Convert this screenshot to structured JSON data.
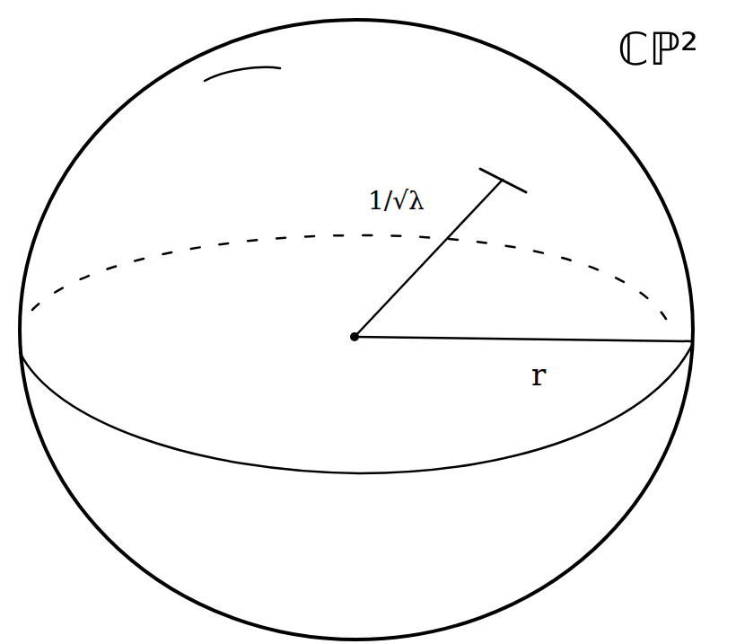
{
  "diagram": {
    "labels": [
      "ℂℙ²",
      "1/√λ",
      "r"
    ]
  }
}
